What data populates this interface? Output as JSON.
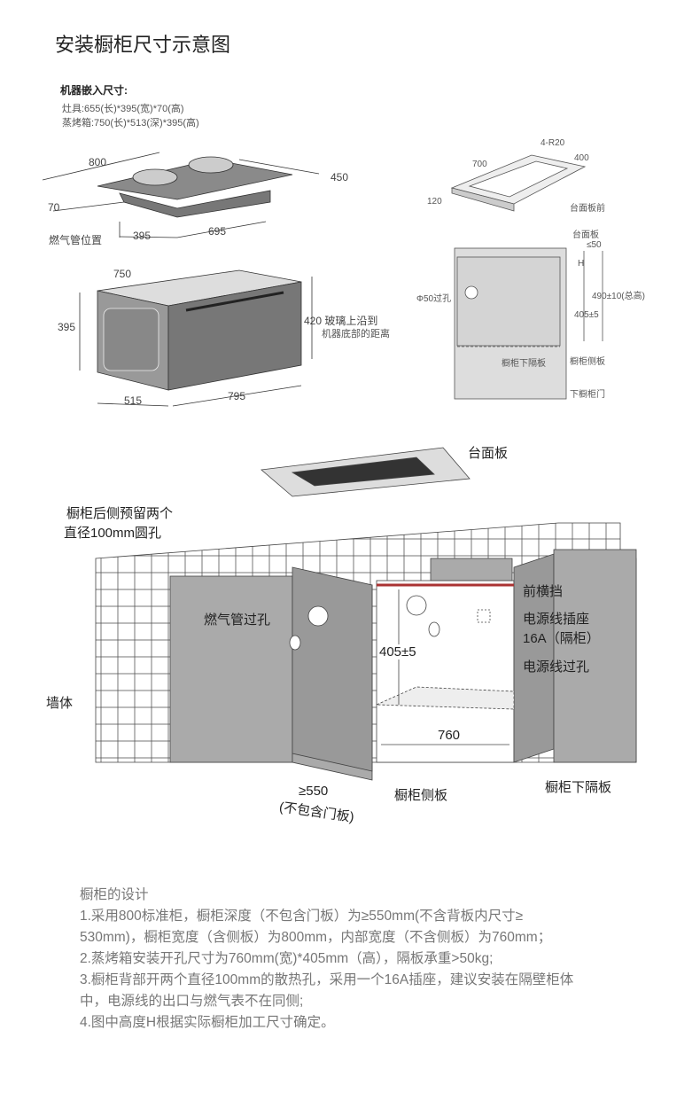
{
  "title": "安装橱柜尺寸示意图",
  "spec": {
    "heading": "机器嵌入尺寸:",
    "cooktop": "灶具:655(长)*395(宽)*70(高)",
    "oven": "蒸烤箱:750(长)*513(深)*395(高)"
  },
  "cooktop_diagram": {
    "d800": "800",
    "d450": "450",
    "d70": "70",
    "d395": "395",
    "d695": "695",
    "gas": "燃气管位置"
  },
  "oven_diagram": {
    "d750": "750",
    "d395": "395",
    "d420": "420 玻璃上沿到",
    "d420b": "机器底部的距离",
    "d515": "515",
    "d795": "795"
  },
  "counter_diagram": {
    "d700": "700",
    "r": "4-R20",
    "d400": "400",
    "d120": "120",
    "front": "台面板前"
  },
  "section_diagram": {
    "top": "台面板",
    "le50": "≤50",
    "h": "H",
    "hole": "Φ50过孔",
    "total": "490±10(总高)",
    "d405": "405±5",
    "shelf": "橱柜下隔板",
    "side": "橱柜侧板",
    "door": "下橱柜门"
  },
  "main_diagram": {
    "countertop": "台面板",
    "rear1": "橱柜后侧预留两个",
    "rear2": "直径100mm圆孔",
    "gas_hole": "燃气管过孔",
    "wall": "墙体",
    "front_bar": "前横挡",
    "socket1": "电源线插座",
    "socket2": "16A（隔柜）",
    "cable_hole": "电源线过孔",
    "h405": "405±5",
    "w760": "760",
    "d550": "≥550",
    "no_door": "(不包含门板)",
    "side_panel": "橱柜侧板",
    "lower_shelf": "橱柜下隔板"
  },
  "notes": [
    "橱柜的设计",
    "1.采用800标准柜，橱柜深度（不包含门板）为≥550mm(不含背板内尺寸≥",
    "530mm)，橱柜宽度（含侧板）为800mm，内部宽度（不含侧板）为760mm；",
    "2.蒸烤箱安装开孔尺寸为760mm(宽)*405mm（高），隔板承重>50kg;",
    "3.橱柜背部开两个直径100mm的散热孔，采用一个16A插座，建议安装在隔壁柜体",
    "中，电源线的出口与燃气表不在同侧;",
    "4.图中高度H根据实际橱柜加工尺寸确定。"
  ]
}
